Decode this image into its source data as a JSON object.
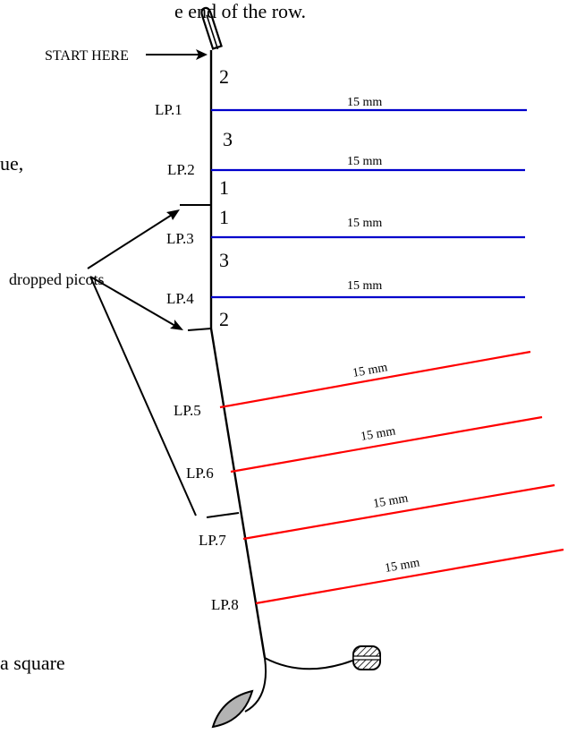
{
  "fragments": {
    "top_text": "e end of the row.",
    "side_text_1": "ue,",
    "bottom_text": "a square"
  },
  "start_label": "START HERE",
  "callout_label": "dropped picots",
  "segment_numbers": [
    "2",
    "3",
    "1",
    "1",
    "3",
    "2"
  ],
  "loops": [
    {
      "label": "LP.1",
      "length": "15 mm",
      "color": "#0000cc"
    },
    {
      "label": "LP.2",
      "length": "15 mm",
      "color": "#0000cc"
    },
    {
      "label": "LP.3",
      "length": "15 mm",
      "color": "#0000cc"
    },
    {
      "label": "LP.4",
      "length": "15 mm",
      "color": "#0000cc"
    },
    {
      "label": "LP.5",
      "length": "15 mm",
      "color": "#ff0000"
    },
    {
      "label": "LP.6",
      "length": "15 mm",
      "color": "#ff0000"
    },
    {
      "label": "LP.7",
      "length": "15 mm",
      "color": "#ff0000"
    },
    {
      "label": "LP.8",
      "length": "15 mm",
      "color": "#ff0000"
    }
  ],
  "icons": {
    "shuttle": "shuttle-icon",
    "ball": "thread-ball-icon",
    "leaf": "leaf-icon"
  },
  "colors": {
    "blue_loops": "#0000cc",
    "red_loops": "#ff0000",
    "leaf_fill": "#b3b3b3"
  }
}
